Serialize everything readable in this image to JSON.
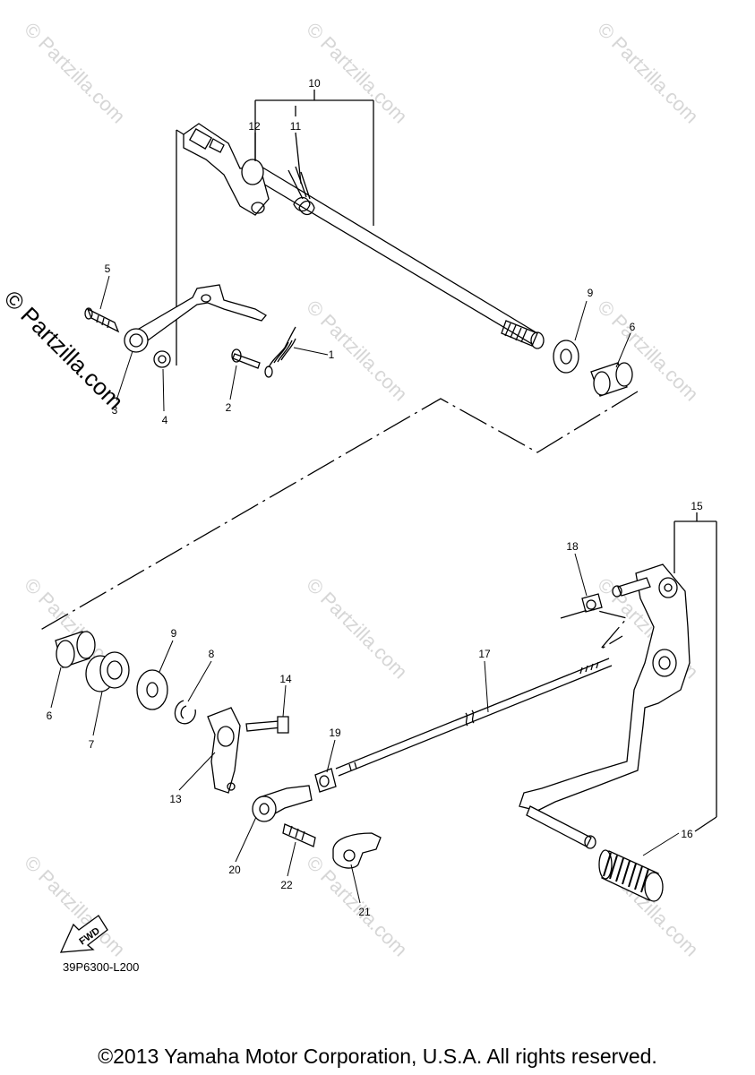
{
  "watermark": "© Partzilla.com",
  "side_watermark": "© Partzilla.com",
  "callouts": [
    "1",
    "2",
    "3",
    "4",
    "5",
    "6",
    "6",
    "7",
    "8",
    "9",
    "9",
    "10",
    "11",
    "12",
    "13",
    "14",
    "15",
    "16",
    "17",
    "18",
    "19",
    "20",
    "21",
    "22"
  ],
  "fwd_label": "FWD",
  "diagram_code": "39P6300-L200",
  "copyright": "©2013 Yamaha Motor Corporation, U.S.A. All rights reserved."
}
